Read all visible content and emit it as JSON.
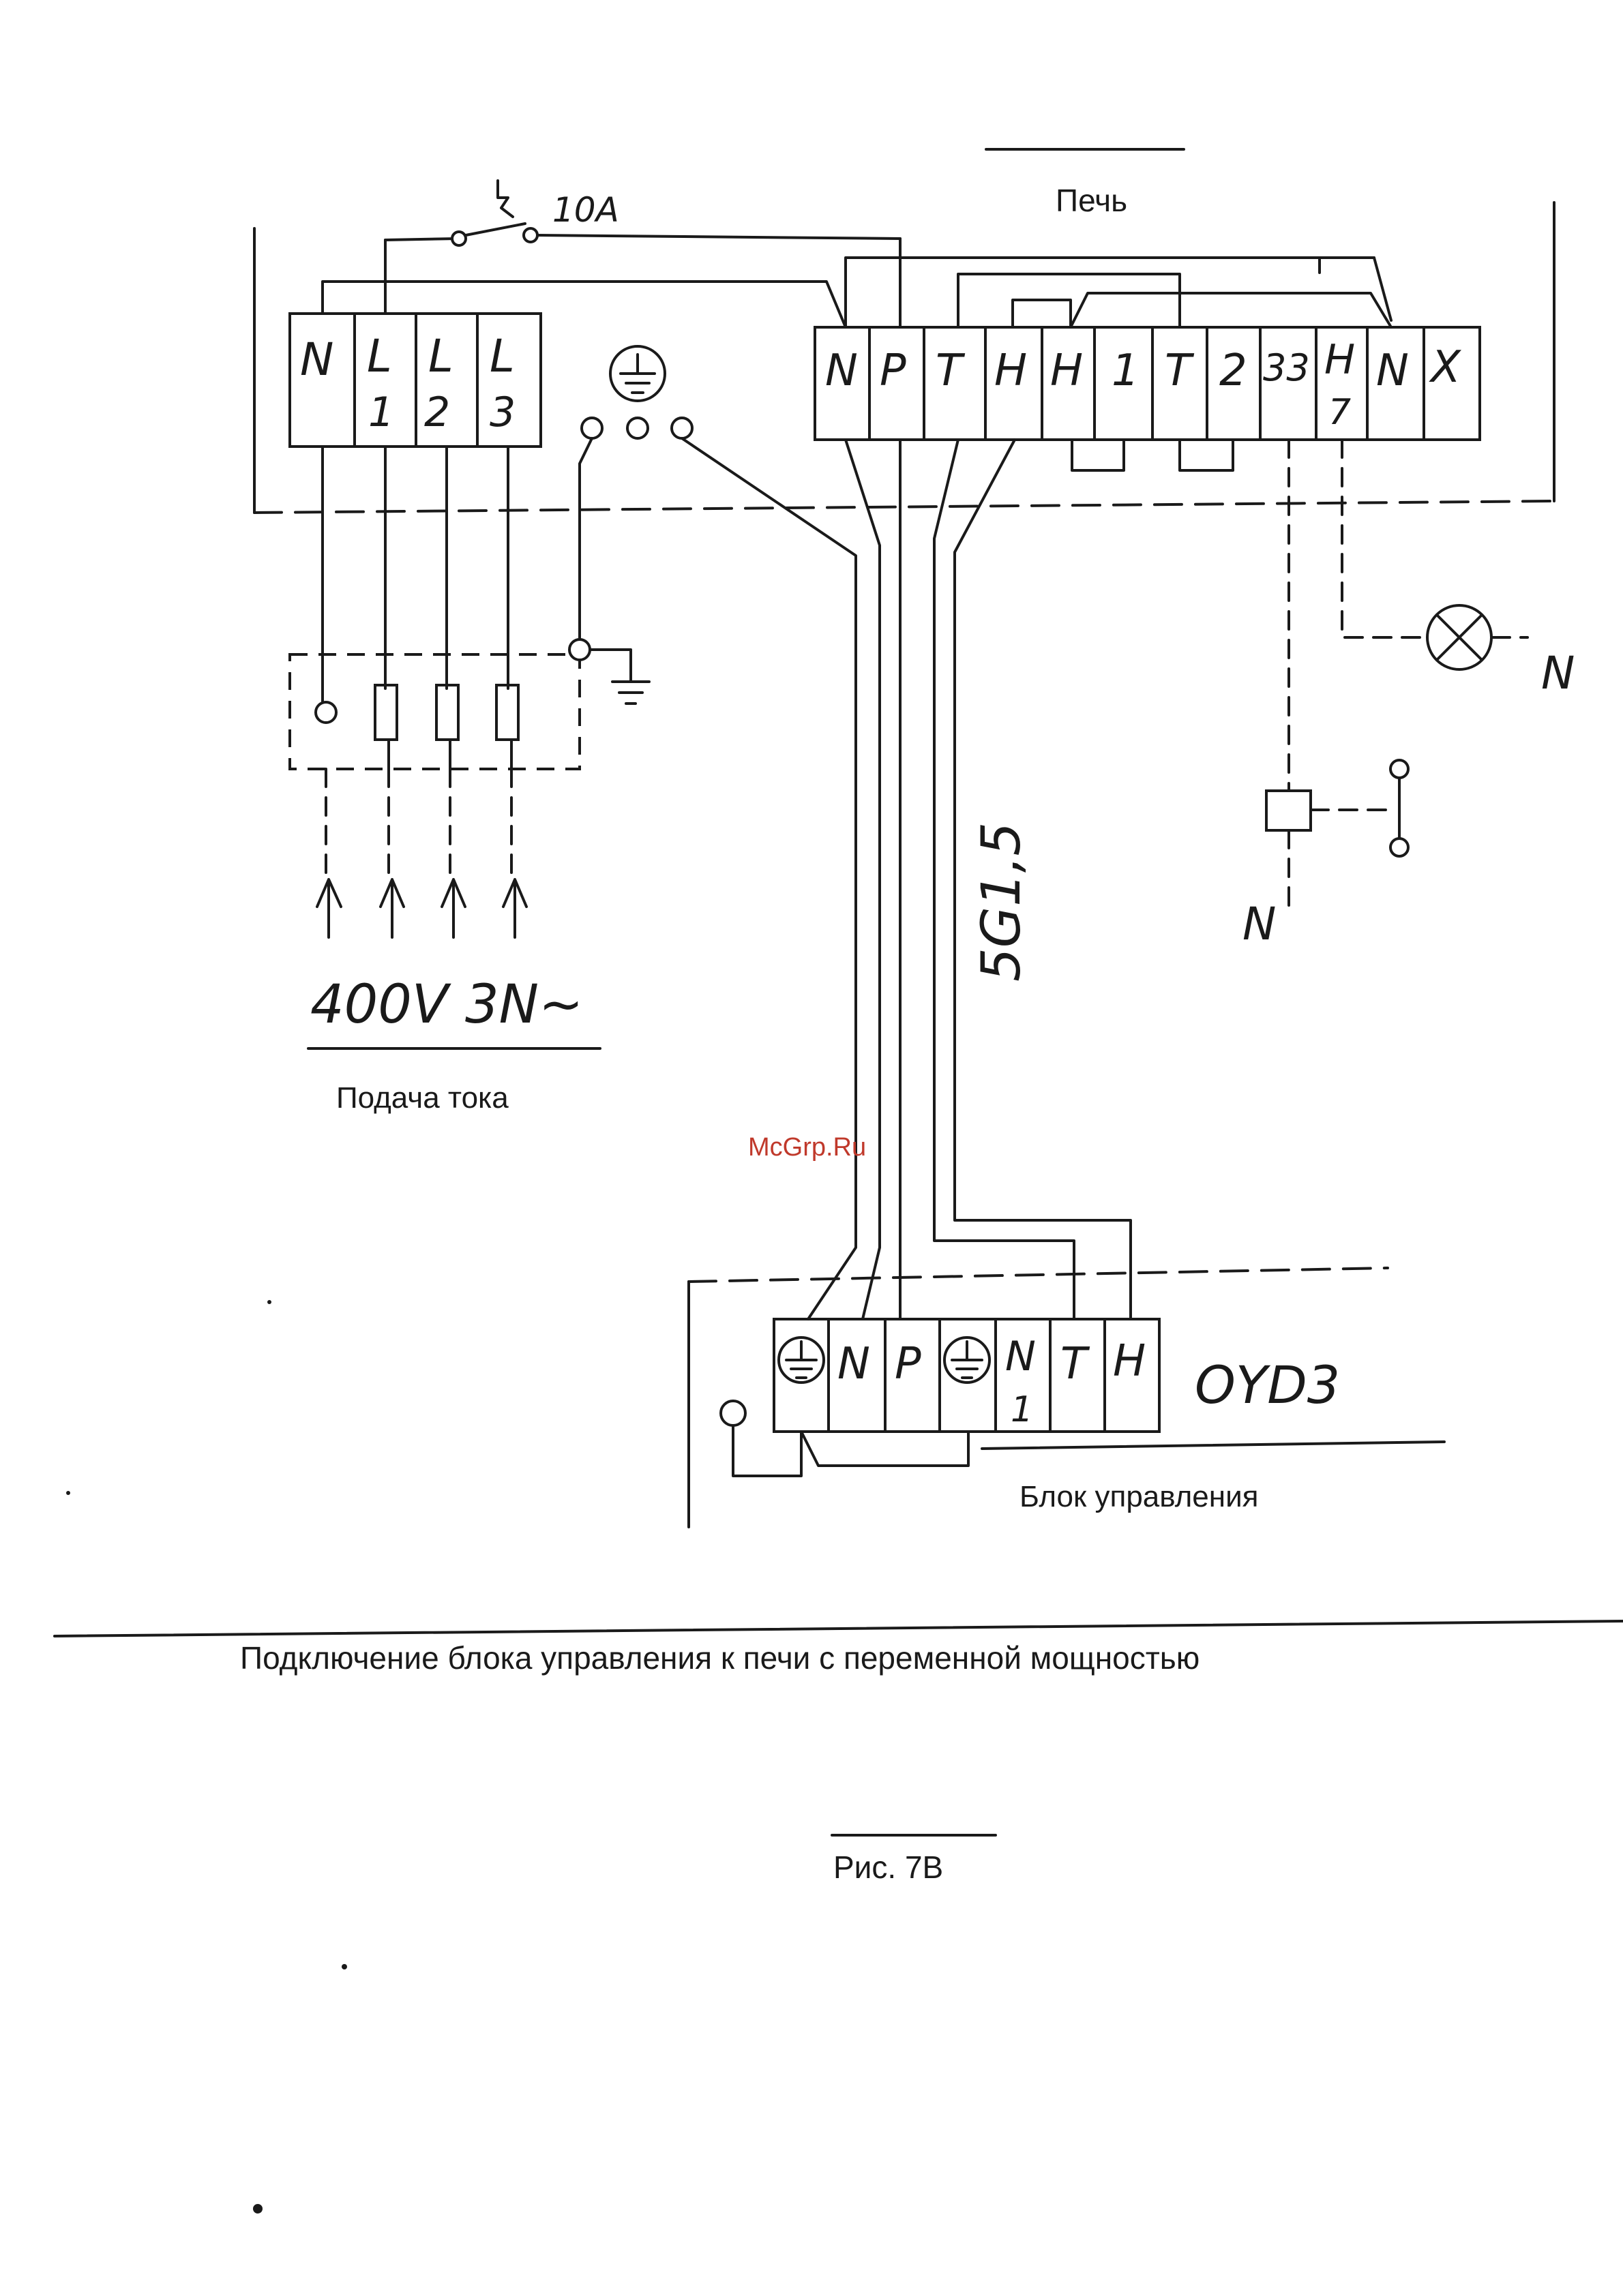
{
  "labels": {
    "fuse_rating": "10A",
    "stove": "Печь",
    "supply_voltage": "400V 3N~",
    "power_supply": "Подача тока",
    "cable": "5G1,5",
    "watermark": "McGrp.Ru",
    "control_model": "OYD3",
    "control_unit": "Блок управления",
    "caption": "Подключение блока управления к печи с переменной мощностью",
    "figure": "Рис. 7B",
    "neutral_lamp": "N",
    "neutral_relay": "N"
  },
  "supply_terminals": [
    "N",
    "L\n1",
    "L\n2",
    "L\n3"
  ],
  "stove_terminals": [
    "N",
    "P",
    "T",
    "H",
    "H",
    "1",
    "T",
    "2",
    "33",
    "H\n7",
    "N",
    "X"
  ],
  "control_terminals": [
    "⏚",
    "N",
    "P",
    "⏚",
    "N\n1",
    "T",
    "H"
  ],
  "icons": [
    "ground-icon",
    "lamp-icon",
    "relay-coil-icon",
    "switch-icon",
    "fuse-icon",
    "arrow-up-icon"
  ],
  "colors": {
    "ink": "#1a1a1a",
    "watermark": "#c0392b",
    "paper": "#ffffff"
  }
}
